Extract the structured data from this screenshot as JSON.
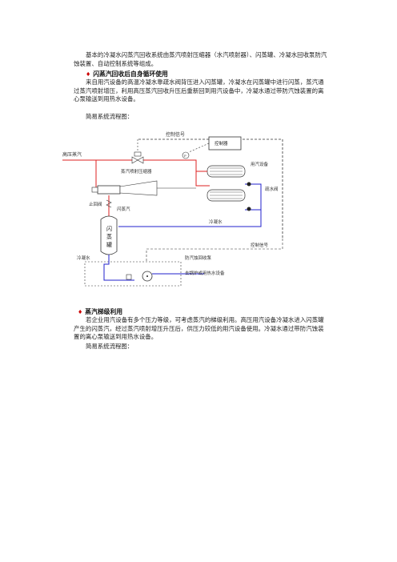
{
  "intro": "基本的冷凝水闪蒸汽回收系统由蒸汽喷射压缩器（水汽喷射器）、闪蒸罐、冷凝水回收泵防汽蚀装置、自动控制系统等组成。",
  "section1": {
    "bullet": "♦",
    "heading": "闪蒸汽回收后自身循环使用",
    "body": "来自用汽设备的高温冷凝水靠疏水阀背压进入闪蒸罐，冷凝水在闪蒸罐中进行闪蒸，蒸汽通过蒸汽喷射增压，利用高压蒸汽回收升压后重新回到用汽设备中，冷凝水通过带防汽蚀装置的离心泵输送到用热水设备。",
    "caption": "简易系统流程图："
  },
  "diagram": {
    "control_signal_top": "控制信号",
    "controller": "控制器",
    "hp_steam": "高压蒸汽",
    "ejector": "蒸汽喷射压缩器",
    "equipment": "用汽设备",
    "trap": "疏水阀",
    "check_valve": "止回阀",
    "flash_steam": "闪蒸汽",
    "tank_chars": [
      "闪",
      "蒸",
      "罐"
    ],
    "condensate_mid": "冷凝水",
    "control_signal_bottom": "控制信号",
    "condensate_left": "冷凝水",
    "anti_cav": "防汽蚀回收泵",
    "to_boiler": "去锅炉或用热水设备",
    "gauge_label": "P"
  },
  "section2": {
    "bullet": "♦",
    "heading": "蒸汽梯级利用",
    "body": "若企业用汽设备有多个压力等级，可考虑蒸汽的梯级利用。高压用汽设备冷凝水进入闪蒸罐产生的闪蒸汽，经过蒸汽喷射增压升压后，供压力较低的用汽设备使用。冷凝水通过带防汽蚀装置的离心泵输送到用热水设备。",
    "caption": "简易系统流程图："
  }
}
